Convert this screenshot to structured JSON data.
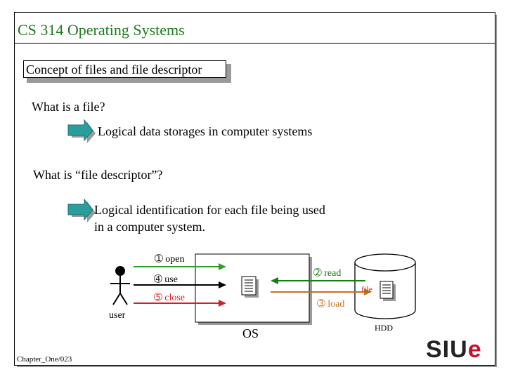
{
  "slide": {
    "title": "CS 314 Operating Systems",
    "concept_heading": "Concept of files and file descriptor",
    "question_1": "What is a file?",
    "answer_1": "Logical data storages in computer systems",
    "question_2": "What is “file descriptor”?",
    "answer_2_line1": "Logical identification for each file being used",
    "answer_2_line2": "in a computer system.",
    "footer": "Chapter_One/023"
  },
  "diagram": {
    "open_label": "➀ open",
    "use_label": "➃ use",
    "close_label": "➄ close",
    "read_label": "➁ read",
    "load_label": "➂ load",
    "user_label": "user",
    "os_label": "OS",
    "file_label": "file",
    "hdd_label": "HDD"
  },
  "logo": {
    "main": "SIU",
    "accent": "e"
  },
  "colors": {
    "title_green": "#1f7a1f",
    "open_arrow": "#2e9e2e",
    "read_arrow": "#1a7a1a",
    "load_arrow": "#c8701e",
    "close_arrow": "#d62020",
    "bullet_arrow": "#2a9d9d",
    "logo_red": "#c8102e"
  }
}
